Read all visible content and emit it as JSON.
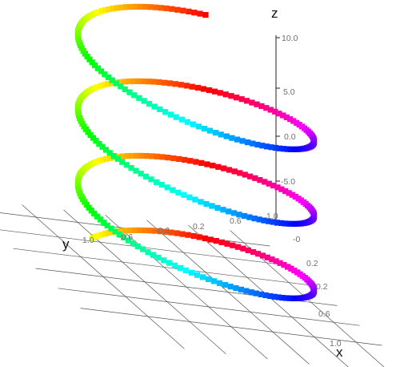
{
  "chart_data": {
    "type": "scatter",
    "subtype": "3d-helix",
    "xlabel": "x",
    "ylabel": "y",
    "zlabel": "z",
    "x_ticks": [
      "0.2",
      "0.6",
      "1.0"
    ],
    "y_ticks": [
      "1.0",
      "-0.6",
      "-0.2",
      "0.2",
      "0.6",
      "1.0"
    ],
    "z_ticks": [
      "10.0",
      "5.0",
      "0.0",
      "-5.0"
    ],
    "xlim": [
      -1.0,
      1.0
    ],
    "ylim": [
      -1.0,
      1.0
    ],
    "zlim": [
      -10.0,
      10.0
    ],
    "grid": "xy-plane",
    "series": [
      {
        "equation": "x = cos(t), y = sin(t), z = t",
        "t_range": [
          -10.0,
          10.0
        ],
        "points": 420,
        "colormap": "hue-cycle"
      }
    ]
  }
}
